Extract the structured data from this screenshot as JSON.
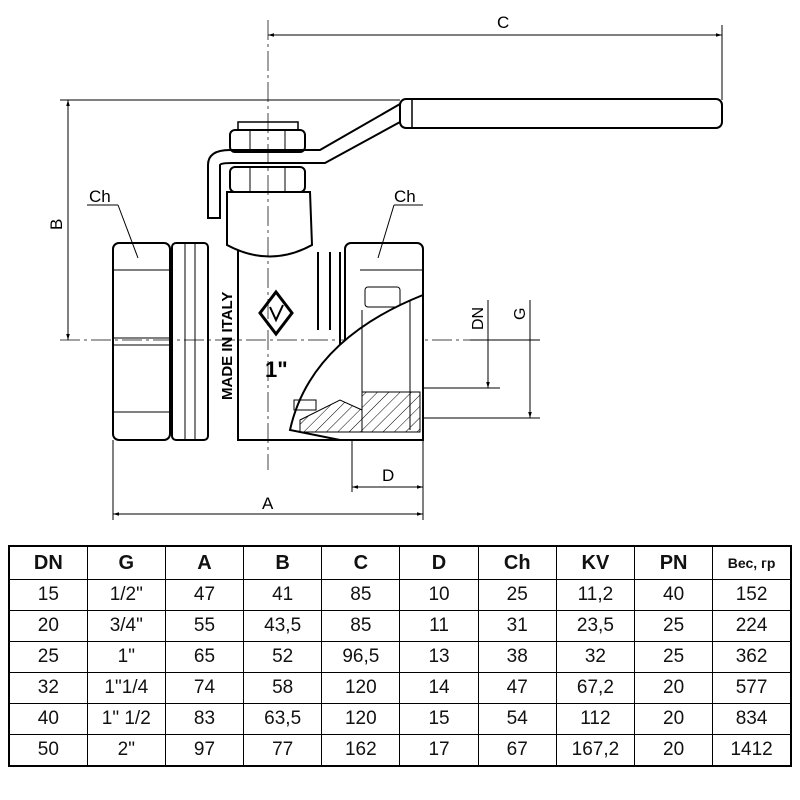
{
  "drawing": {
    "labels": {
      "C": "C",
      "B": "B",
      "A": "A",
      "D": "D",
      "DN": "DN",
      "G": "G",
      "Ch_left": "Ch",
      "Ch_right": "Ch"
    },
    "body_marking": "MADE IN ITALY",
    "size_marking": "1\""
  },
  "table": {
    "headers": [
      "DN",
      "G",
      "A",
      "B",
      "C",
      "D",
      "Ch",
      "KV",
      "PN",
      "Вес, гр"
    ],
    "rows": [
      [
        "15",
        "1/2\"",
        "47",
        "41",
        "85",
        "10",
        "25",
        "11,2",
        "40",
        "152"
      ],
      [
        "20",
        "3/4\"",
        "55",
        "43,5",
        "85",
        "11",
        "31",
        "23,5",
        "25",
        "224"
      ],
      [
        "25",
        "1\"",
        "65",
        "52",
        "96,5",
        "13",
        "38",
        "32",
        "25",
        "362"
      ],
      [
        "32",
        "1\"1/4",
        "74",
        "58",
        "120",
        "14",
        "47",
        "67,2",
        "20",
        "577"
      ],
      [
        "40",
        "1\" 1/2",
        "83",
        "63,5",
        "120",
        "15",
        "54",
        "112",
        "20",
        "834"
      ],
      [
        "50",
        "2\"",
        "97",
        "77",
        "162",
        "17",
        "67",
        "167,2",
        "20",
        "1412"
      ]
    ]
  }
}
